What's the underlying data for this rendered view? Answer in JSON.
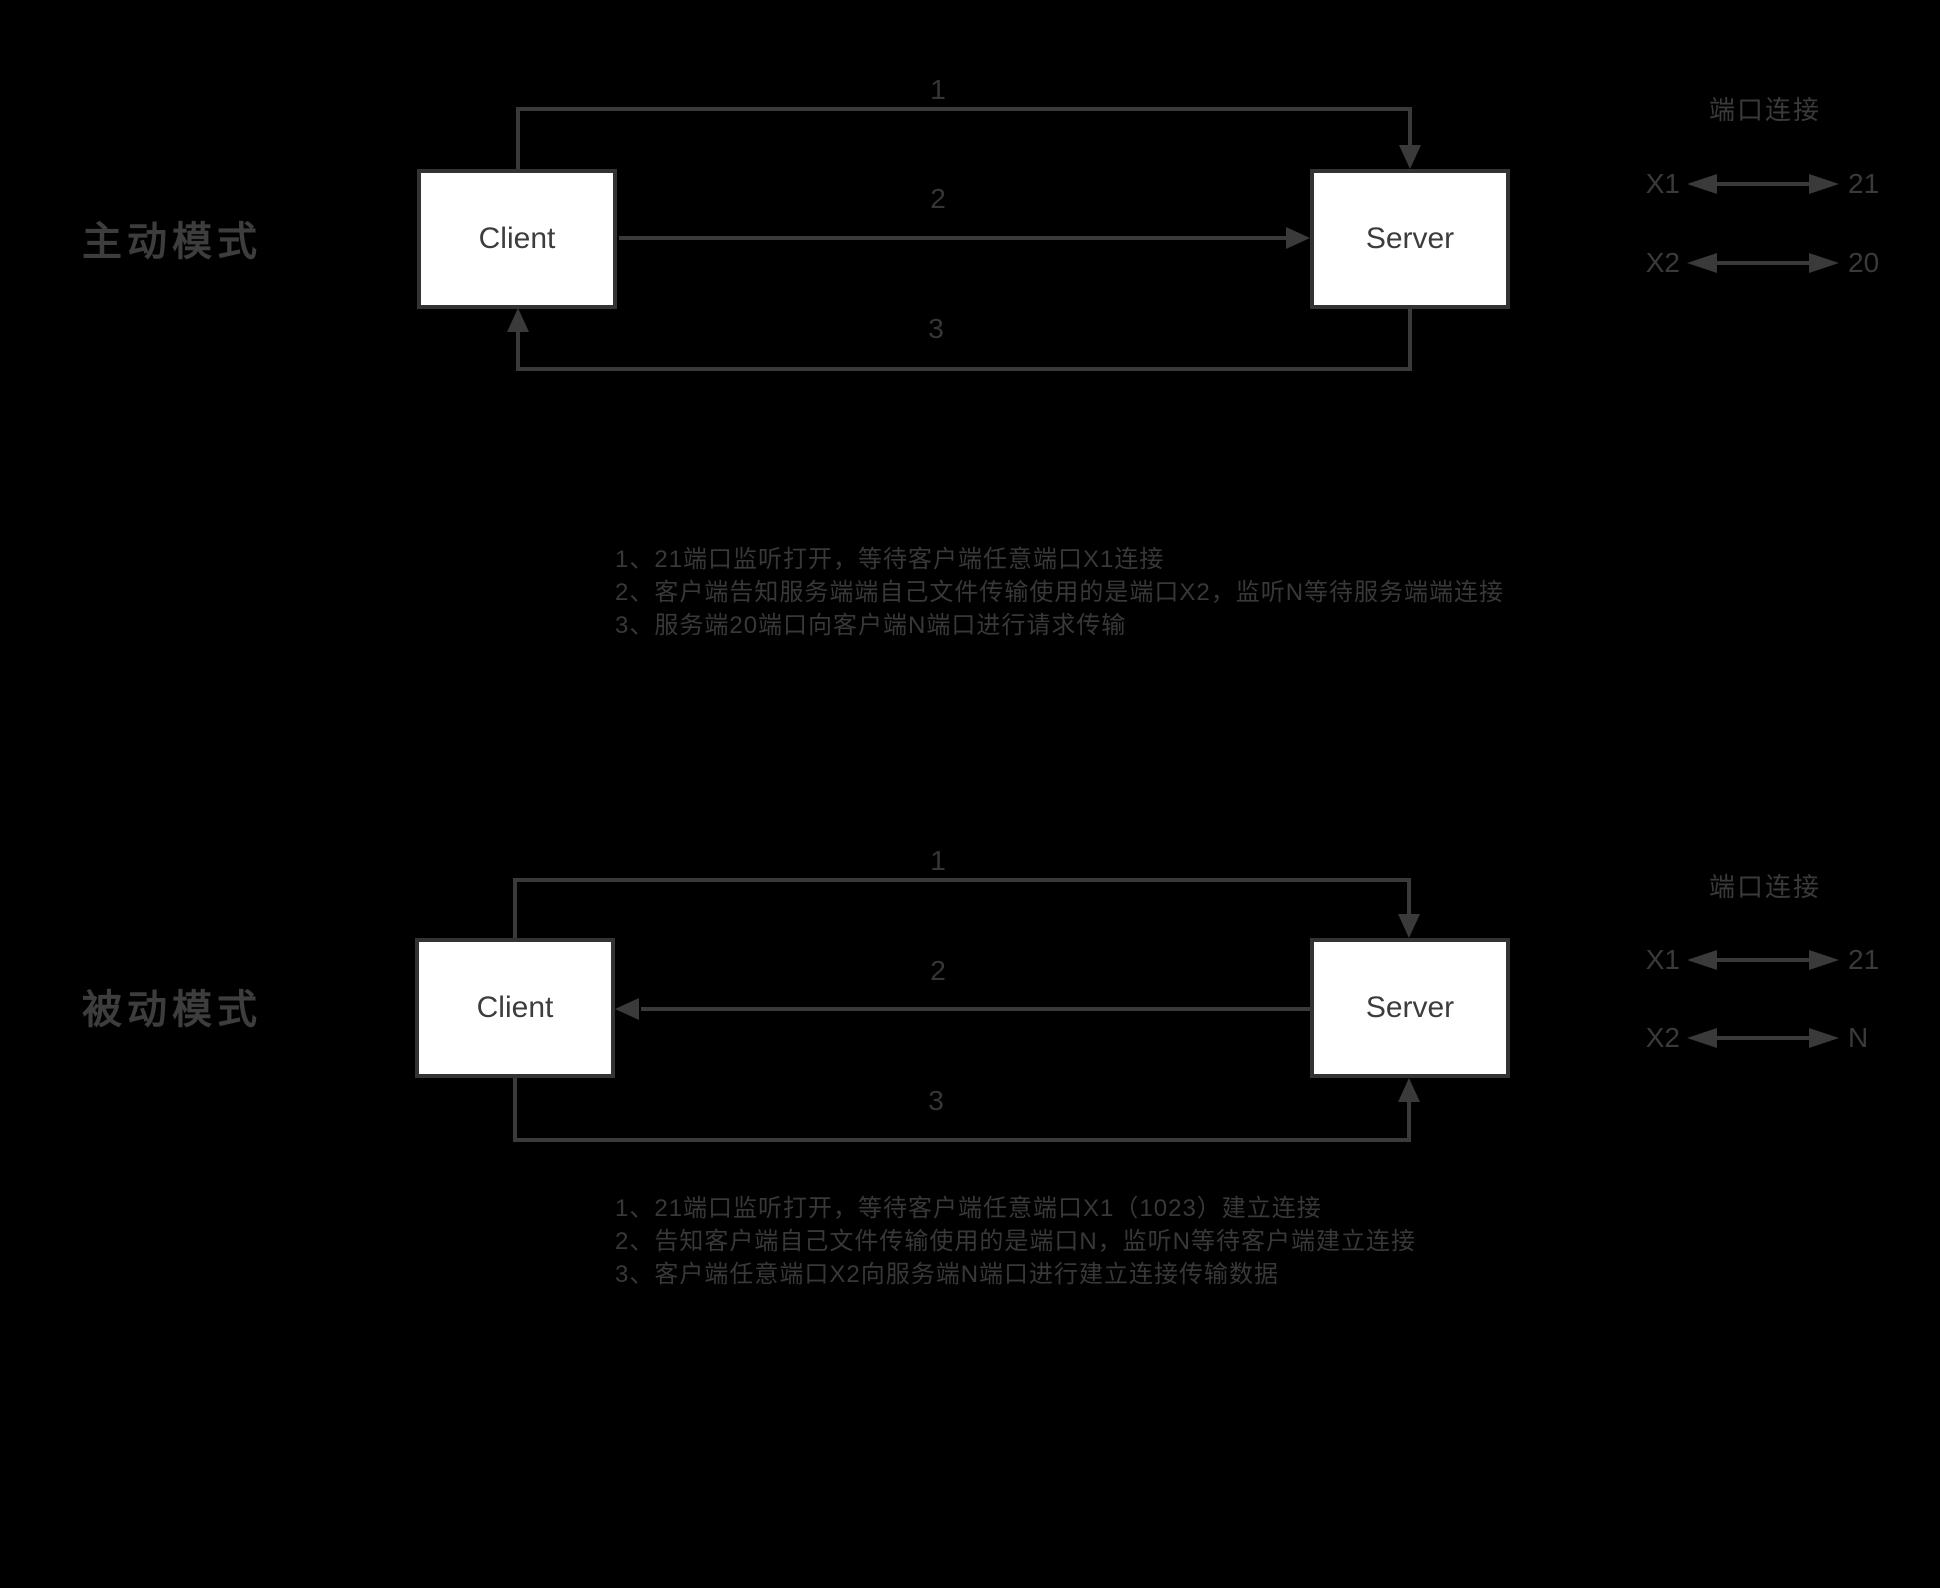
{
  "active": {
    "mode_label": "主动模式",
    "client_label": "Client",
    "server_label": "Server",
    "step_labels": [
      "1",
      "2",
      "3"
    ],
    "legend": {
      "title": "端口连接",
      "rows": [
        {
          "from": "X1",
          "to": "21"
        },
        {
          "from": "X2",
          "to": "20"
        }
      ]
    },
    "notes": [
      "1、21端口监听打开，等待客户端任意端口X1连接",
      "2、客户端告知服务端端自己文件传输使用的是端口X2，监听N等待服务端端连接",
      "3、服务端20端口向客户端N端口进行请求传输"
    ]
  },
  "passive": {
    "mode_label": "被动模式",
    "client_label": "Client",
    "server_label": "Server",
    "step_labels": [
      "1",
      "2",
      "3"
    ],
    "legend": {
      "title": "端口连接",
      "rows": [
        {
          "from": "X1",
          "to": "21"
        },
        {
          "from": "X2",
          "to": "N"
        }
      ]
    },
    "notes": [
      "1、21端口监听打开，等待客户端任意端口X1（1023）建立连接",
      "2、告知客户端自己文件传输使用的是端口N，监听N等待客户端建立连接",
      "3、客户端任意端口X2向服务端N端口进行建立连接传输数据"
    ]
  },
  "colors": {
    "background": "#000000",
    "stroke": "#3a3a3a",
    "box_fill": "#ffffff",
    "box_border": "#333333",
    "text": "#383838"
  }
}
